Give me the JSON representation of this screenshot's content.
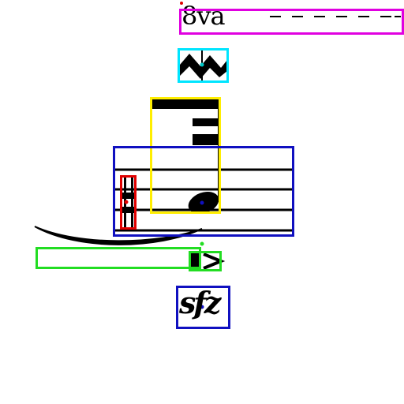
{
  "ottava": {
    "label": "8va"
  },
  "dynamic": {
    "label": "sfz"
  },
  "colors": {
    "magenta": "#e000e0",
    "cyan": "#00e5ff",
    "yellow": "#ffee00",
    "blue": "#1010c0",
    "red": "#e00000",
    "green": "#22dd22",
    "black": "#000000"
  },
  "icons": [
    "ottava-marking",
    "trill-mordent-icon",
    "sixteenth-flag-icon",
    "note-head",
    "staff",
    "accidental-natural",
    "slur",
    "accent-icon",
    "sfz-dynamic"
  ]
}
